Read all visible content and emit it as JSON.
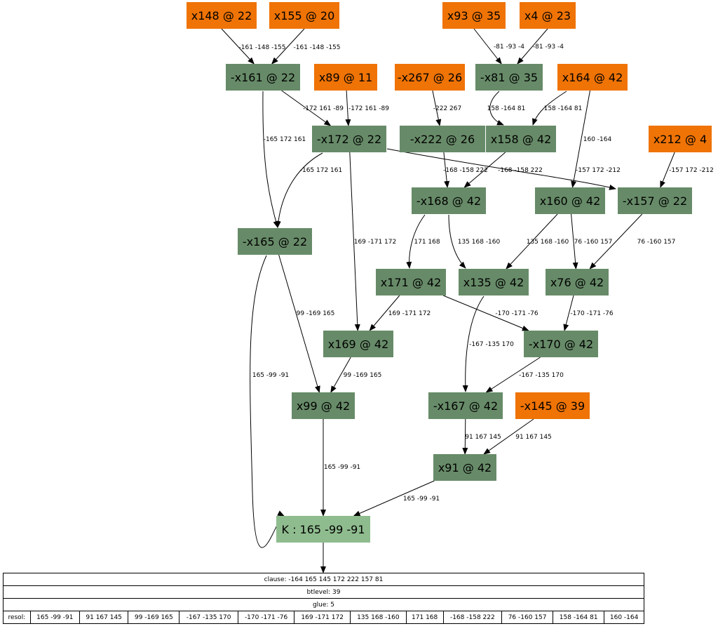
{
  "colors": {
    "decision": "#ef7305",
    "implied": "#678b68",
    "conflict": "#8fbc8f",
    "edge": "#000000"
  },
  "nodes": [
    {
      "id": "n148",
      "label": "x148 @ 22",
      "kind": "decision"
    },
    {
      "id": "n155",
      "label": "x155 @ 20",
      "kind": "decision"
    },
    {
      "id": "n93",
      "label": "x93 @ 35",
      "kind": "decision"
    },
    {
      "id": "n4",
      "label": "x4 @ 23",
      "kind": "decision"
    },
    {
      "id": "n161",
      "label": "-x161 @ 22",
      "kind": "implied"
    },
    {
      "id": "n89",
      "label": "x89 @ 11",
      "kind": "decision"
    },
    {
      "id": "n267",
      "label": "-x267 @ 26",
      "kind": "decision"
    },
    {
      "id": "n81",
      "label": "-x81 @ 35",
      "kind": "implied"
    },
    {
      "id": "n164",
      "label": "x164 @ 42",
      "kind": "decision"
    },
    {
      "id": "n172",
      "label": "-x172 @ 22",
      "kind": "implied"
    },
    {
      "id": "n222",
      "label": "-x222 @ 26",
      "kind": "implied"
    },
    {
      "id": "n158",
      "label": "x158 @ 42",
      "kind": "implied"
    },
    {
      "id": "n212",
      "label": "x212 @ 4",
      "kind": "decision"
    },
    {
      "id": "n168",
      "label": "-x168 @ 42",
      "kind": "implied"
    },
    {
      "id": "n160",
      "label": "x160 @ 42",
      "kind": "implied"
    },
    {
      "id": "n157",
      "label": "-x157 @ 22",
      "kind": "implied"
    },
    {
      "id": "n165",
      "label": "-x165 @ 22",
      "kind": "implied"
    },
    {
      "id": "n171",
      "label": "x171 @ 42",
      "kind": "implied"
    },
    {
      "id": "n135",
      "label": "x135 @ 42",
      "kind": "implied"
    },
    {
      "id": "n76",
      "label": "x76 @ 42",
      "kind": "implied"
    },
    {
      "id": "n169",
      "label": "x169 @ 42",
      "kind": "implied"
    },
    {
      "id": "n170",
      "label": "-x170 @ 42",
      "kind": "implied"
    },
    {
      "id": "n99",
      "label": "x99 @ 42",
      "kind": "implied"
    },
    {
      "id": "n167",
      "label": "-x167 @ 42",
      "kind": "implied"
    },
    {
      "id": "n145",
      "label": "-x145 @ 39",
      "kind": "decision"
    },
    {
      "id": "n91",
      "label": "x91 @ 42",
      "kind": "implied"
    },
    {
      "id": "nK",
      "label": "K : 165 -99 -91",
      "kind": "conflict"
    }
  ],
  "edges": [
    {
      "from": "n148",
      "to": "n161",
      "label": "-161 -148 -155"
    },
    {
      "from": "n155",
      "to": "n161",
      "label": "-161 -148 -155"
    },
    {
      "from": "n93",
      "to": "n81",
      "label": "-81 -93 -4"
    },
    {
      "from": "n4",
      "to": "n81",
      "label": "-81 -93 -4"
    },
    {
      "from": "n161",
      "to": "n172",
      "label": "-172 161 -89"
    },
    {
      "from": "n89",
      "to": "n172",
      "label": "-172 161 -89"
    },
    {
      "from": "n267",
      "to": "n222",
      "label": "-222 267"
    },
    {
      "from": "n81",
      "to": "n158",
      "label": "158 -164 81"
    },
    {
      "from": "n164",
      "to": "n158",
      "label": "158 -164 81"
    },
    {
      "from": "n161",
      "to": "n165",
      "label": "-165 172 161"
    },
    {
      "from": "n172",
      "to": "n165",
      "label": "-165 172 161"
    },
    {
      "from": "n222",
      "to": "n168",
      "label": "-168 -158 222"
    },
    {
      "from": "n158",
      "to": "n168",
      "label": "-168 -158 222"
    },
    {
      "from": "n164",
      "to": "n160",
      "label": "160 -164"
    },
    {
      "from": "n172",
      "to": "n157",
      "label": "-157 172 -212"
    },
    {
      "from": "n212",
      "to": "n157",
      "label": "-157 172 -212"
    },
    {
      "from": "n168",
      "to": "n171",
      "label": "171 168"
    },
    {
      "from": "n168",
      "to": "n135",
      "label": "135 168 -160"
    },
    {
      "from": "n160",
      "to": "n135",
      "label": "135 168 -160"
    },
    {
      "from": "n160",
      "to": "n76",
      "label": "76 -160 157"
    },
    {
      "from": "n157",
      "to": "n76",
      "label": "76 -160 157"
    },
    {
      "from": "n172",
      "to": "n169",
      "label": "169 -171 172"
    },
    {
      "from": "n171",
      "to": "n169",
      "label": "169 -171 172"
    },
    {
      "from": "n171",
      "to": "n170",
      "label": "-170 -171 -76"
    },
    {
      "from": "n76",
      "to": "n170",
      "label": "-170 -171 -76"
    },
    {
      "from": "n165",
      "to": "n99",
      "label": "99 -169 165"
    },
    {
      "from": "n169",
      "to": "n99",
      "label": "99 -169 165"
    },
    {
      "from": "n135",
      "to": "n167",
      "label": "-167 -135 170"
    },
    {
      "from": "n170",
      "to": "n167",
      "label": "-167 -135 170"
    },
    {
      "from": "n167",
      "to": "n91",
      "label": "91 167 145"
    },
    {
      "from": "n145",
      "to": "n91",
      "label": "91 167 145"
    },
    {
      "from": "n165",
      "to": "nK",
      "label": "165 -99 -91"
    },
    {
      "from": "n99",
      "to": "nK",
      "label": "165 -99 -91"
    },
    {
      "from": "n91",
      "to": "nK",
      "label": "165 -99 -91"
    },
    {
      "from": "nK",
      "to": "info",
      "label": ""
    }
  ],
  "info": {
    "clause": "clause: -164 165 145 172 222 157 81",
    "btlevel": "btlevel: 39",
    "glue": "glue: 5",
    "resol_label": "resol:",
    "resol": [
      "165 -99 -91",
      "91 167 145",
      "99 -169 165",
      "-167 -135 170",
      "-170 -171 -76",
      "169 -171 172",
      "135 168 -160",
      "171 168",
      "-168 -158 222",
      "76 -160 157",
      "158 -164 81",
      "160 -164"
    ]
  }
}
